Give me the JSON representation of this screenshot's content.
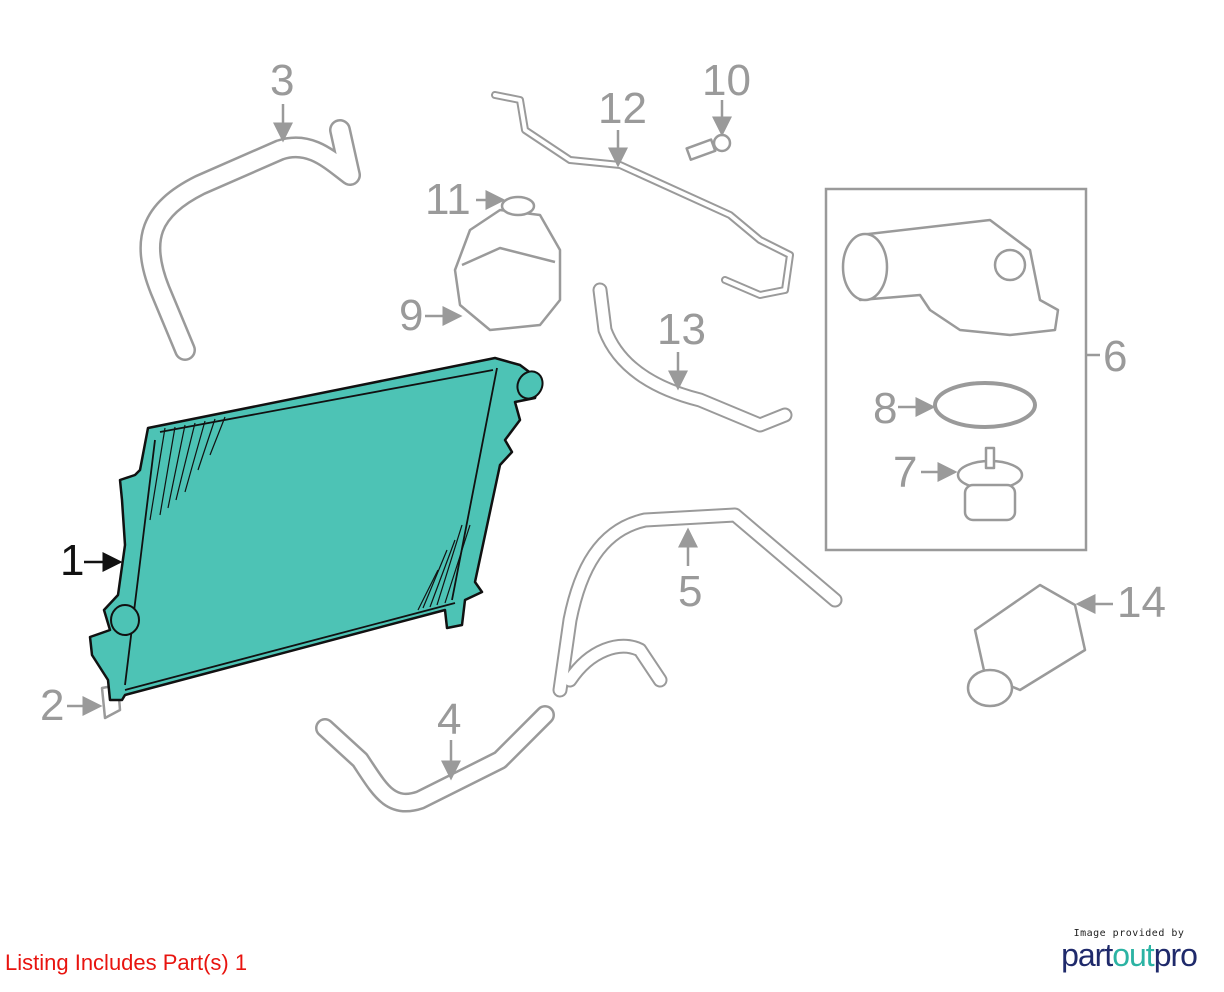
{
  "diagram": {
    "callouts": [
      "1",
      "2",
      "3",
      "4",
      "5",
      "6",
      "7",
      "8",
      "9",
      "10",
      "11",
      "12",
      "13",
      "14"
    ],
    "highlighted_part": "1",
    "colors": {
      "highlight": "#4DC3B5",
      "outline": "#9a9a9a",
      "caption": "#e8140f"
    }
  },
  "caption": "Listing Includes Part(s) 1",
  "logo": {
    "provided_by": "Image provided by",
    "part": "part",
    "out": "out",
    "pro": "pro"
  }
}
